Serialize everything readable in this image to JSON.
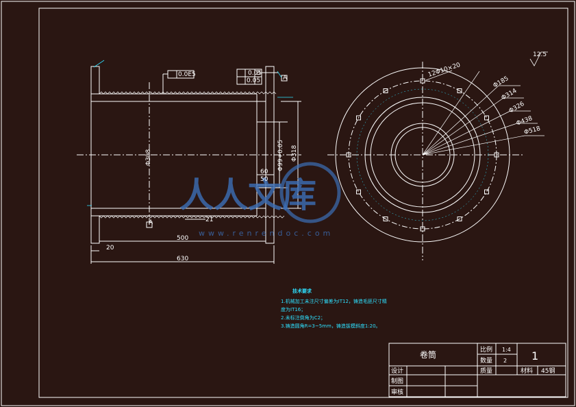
{
  "drawing": {
    "annotations": {
      "phi_185": "Φ185",
      "phi_314": "Φ314",
      "phi_326": "Φ326",
      "phi_438": "Φ438",
      "phi_518": "Φ518",
      "holes": "12Φ10×20",
      "roughness_value": "12.5",
      "tol_position": "0.0E5",
      "tol_perp": "0.05",
      "tol_parallel": "0.05",
      "datum_a": "A",
      "datum_b": "B",
      "dim_500": "500",
      "dim_630": "630",
      "dim_20": "20",
      "dim_50": "50",
      "dim_60": "60",
      "dim_21": "21",
      "dim_308": "Φ308",
      "dim_bore": "Φ99+0.05",
      "dim_318": "Φ318"
    },
    "tech_req": {
      "title": "技术要求",
      "line1": "1.机械加工未注尺寸偏差为IT12，铸造毛胚尺寸精",
      "line2": "度为IT16；",
      "line3": "2.未标注倒角为C2；",
      "line4": "3.铸造圆角R=3~5mm，铸造拔模斜度1:20。"
    },
    "watermark": {
      "title": "人人文库",
      "url": "www.renrendoc.com"
    }
  },
  "title_block": {
    "part_name": "卷筒",
    "scale_label": "比例",
    "scale_value": "1:4",
    "qty_label": "数量",
    "qty_value": "2",
    "mass_label": "质量",
    "sheet_number": "1",
    "material_label": "材料",
    "material_value": "45钢",
    "design_label": "设计",
    "draw_label": "制图",
    "review_label": "审核"
  }
}
